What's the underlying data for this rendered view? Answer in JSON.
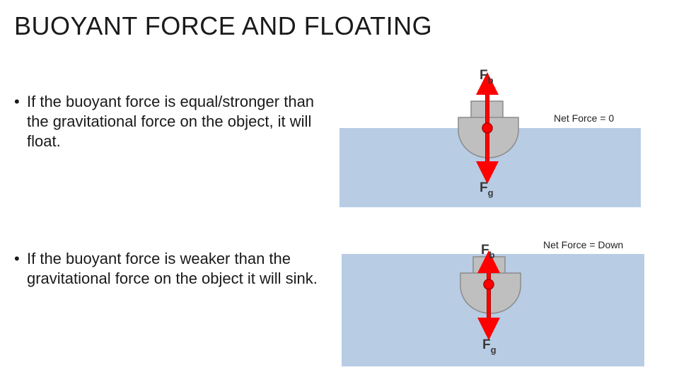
{
  "title": "BUOYANT FORCE AND FLOATING",
  "bullets": [
    {
      "symbol": "•",
      "text": "If the buoyant force is equal/stronger than the gravitational force on the object, it will float."
    },
    {
      "symbol": "•",
      "text": "If the buoyant force is weaker than the gravitational force on the object it will sink."
    }
  ],
  "diagrams": {
    "float": {
      "fb_main": "F",
      "fb_sub": "b",
      "fg_main": "F",
      "fg_sub": "g",
      "net_force": "Net Force = 0"
    },
    "sink": {
      "fb_main": "F",
      "fb_sub": "b",
      "fg_main": "F",
      "fg_sub": "g",
      "net_force": "Net Force = Down"
    }
  },
  "colors": {
    "water": "#b8cce4",
    "boat": "#bfbfbf",
    "boat_outline": "#8c8c8c",
    "arrow": "#ff0000",
    "arrow_outline": "#b00000"
  }
}
